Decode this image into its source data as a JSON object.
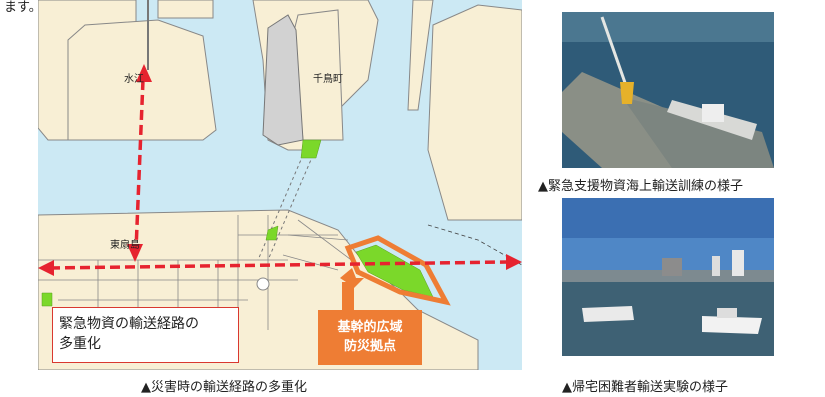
{
  "intro_fragment": "ます。",
  "map": {
    "label_mizue": "水江",
    "label_chidori": "千鳥町",
    "label_higashi": "東扇島",
    "callout": "緊急物資の輸送経路の多重化",
    "callout_line1": "緊急物資の輸送経路の",
    "callout_line2": "多重化",
    "base_line1": "基幹的広域",
    "base_line2": "防災拠点",
    "caption": "▲災害時の輸送経路の多重化"
  },
  "photos": {
    "top_caption": "▲緊急支援物資海上輸送訓練の様子",
    "bottom_caption": "▲帰宅困難者輸送実験の様子"
  },
  "colors": {
    "water": "#cce9f4",
    "land": "#f8efd5",
    "route": "#e6232f",
    "base": "#ee7d34",
    "green": "#7bd82a"
  }
}
